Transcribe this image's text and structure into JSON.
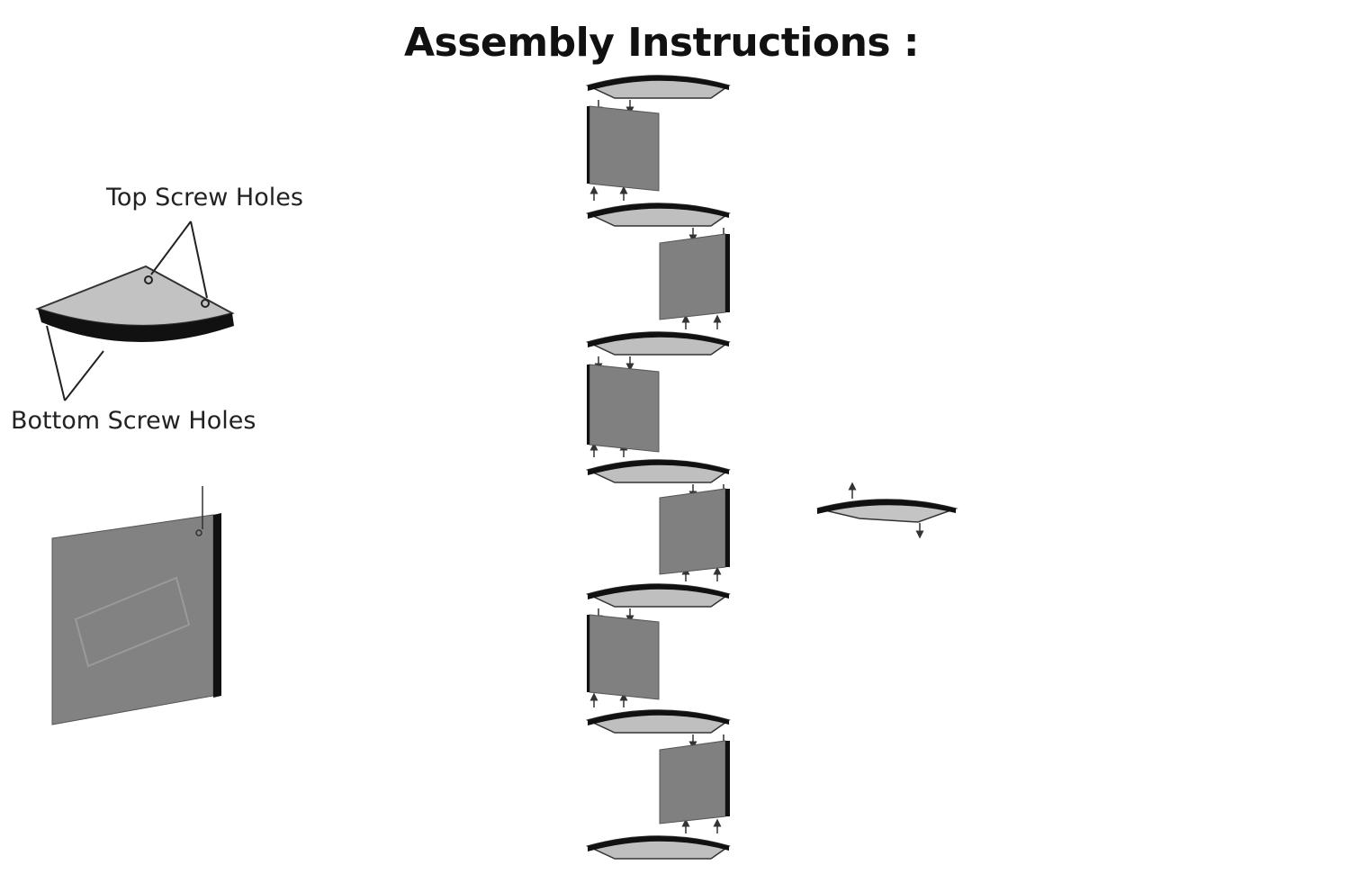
{
  "title": "Assembly Instructions :",
  "labels": {
    "top_screw_holes": "Top Screw Holes",
    "bottom_screw_holes": "Bottom Screw Holes"
  },
  "colors": {
    "panel": "#808080",
    "shelf_top": "#bfbfbf",
    "edge": "#111111",
    "text": "#222222"
  },
  "assembly": {
    "shelf_count": 7,
    "panel_count": 6,
    "extra_shelf_count": 1
  }
}
